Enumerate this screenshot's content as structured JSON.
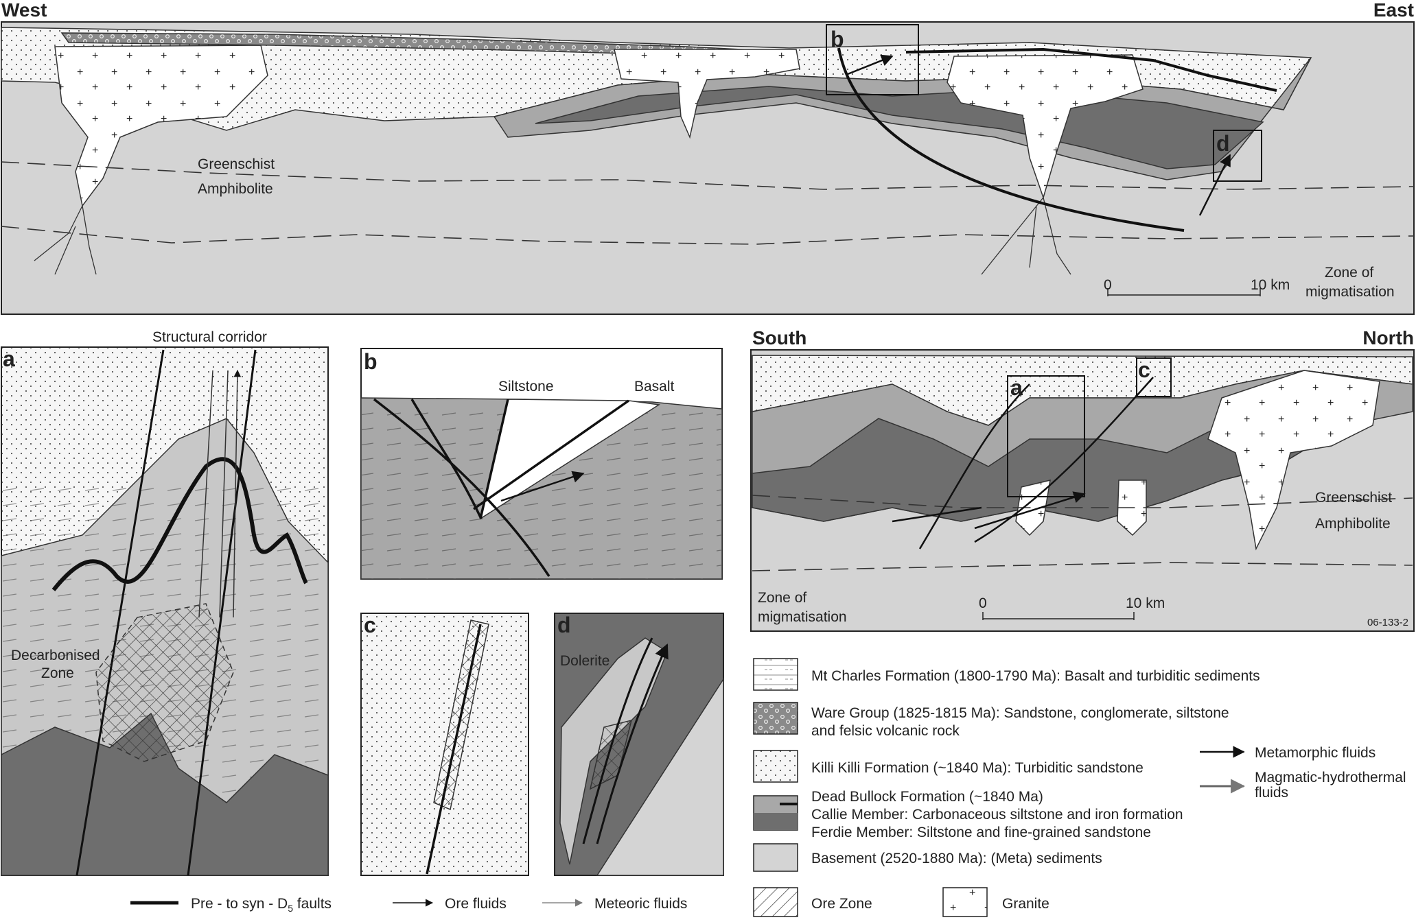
{
  "top_section": {
    "left_label": "West",
    "right_label": "East",
    "boxes": [
      "b",
      "d"
    ],
    "greenschist": "Greenschist",
    "amphibolite": "Amphibolite",
    "scale_zero": "0",
    "scale_end": "10 km",
    "zone_line1": "Zone of",
    "zone_line2": "migmatisation"
  },
  "panel_a": {
    "label": "a",
    "title": "Structural corridor",
    "zone_line1": "Decarbonised",
    "zone_line2": "Zone"
  },
  "panel_b": {
    "label": "b",
    "siltstone": "Siltstone",
    "basalt": "Basalt"
  },
  "panel_c": {
    "label": "c"
  },
  "panel_d": {
    "label": "d",
    "dolerite": "Dolerite"
  },
  "south_section": {
    "left_label": "South",
    "right_label": "North",
    "boxes": [
      "a",
      "c"
    ],
    "greenschist": "Greenschist",
    "amphibolite": "Amphibolite",
    "zone_line1": "Zone of",
    "zone_line2": "migmatisation",
    "scale_zero": "0",
    "scale_end": "10 km",
    "figure_code": "06-133-2"
  },
  "legend": {
    "units": [
      {
        "text": "Mt Charles Formation (1800-1790 Ma): Basalt and turbiditic sediments"
      },
      {
        "line1": "Ware Group (1825-1815 Ma): Sandstone, conglomerate, siltstone",
        "line2": "and felsic volcanic rock"
      },
      {
        "text": "Killi Killi Formation (~1840 Ma): Turbiditic sandstone"
      },
      {
        "line1": "Dead Bullock Formation (~1840 Ma)",
        "line2": "Callie Member: Carbonaceous siltstone and iron formation",
        "line3": "Ferdie Member: Siltstone and fine-grained sandstone"
      },
      {
        "text": "Basement (2520-1880 Ma): (Meta) sediments"
      }
    ],
    "metamorphic": "Metamorphic fluids",
    "magmatic_line1": "Magmatic-hydrothermal",
    "magmatic_line2": "fluids",
    "faults_prefix": "Pre - to syn - D",
    "faults_sub": "5",
    "faults_suffix": " faults",
    "ore_fluids": "Ore fluids",
    "meteoric_fluids": "Meteoric fluids",
    "ore_zone": "Ore Zone",
    "granite": "Granite"
  },
  "colors": {
    "basement": "#d4d4d4",
    "ferdie": "#a8a8a8",
    "callie": "#6e6e6e",
    "killi": "#f6f6f6",
    "ware": "#8a8a8a",
    "line": "#1a1a1a"
  }
}
